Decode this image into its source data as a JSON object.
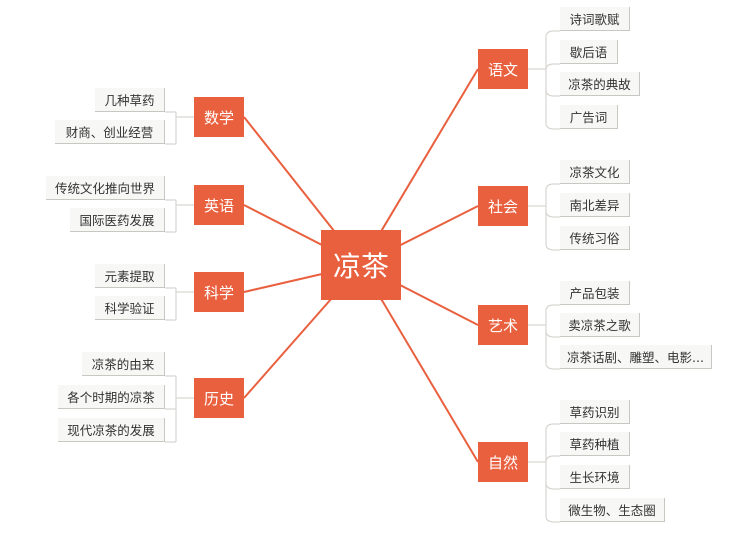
{
  "center": "凉茶",
  "colors": {
    "accent": "#e9603f",
    "leaf_bg": "#f7f7f5",
    "leaf_text": "#333333"
  },
  "branches": [
    {
      "id": "math",
      "label": "数学",
      "leaves": [
        "几种草药",
        "财商、创业经营"
      ]
    },
    {
      "id": "english",
      "label": "英语",
      "leaves": [
        "传统文化推向世界",
        "国际医药发展"
      ]
    },
    {
      "id": "science",
      "label": "科学",
      "leaves": [
        "元素提取",
        "科学验证"
      ]
    },
    {
      "id": "history",
      "label": "历史",
      "leaves": [
        "凉茶的由来",
        "各个时期的凉茶",
        "现代凉茶的发展"
      ]
    },
    {
      "id": "chinese",
      "label": "语文",
      "leaves": [
        "诗词歌赋",
        "歇后语",
        "凉茶的典故",
        "广告词"
      ]
    },
    {
      "id": "society",
      "label": "社会",
      "leaves": [
        "凉茶文化",
        "南北差异",
        "传统习俗"
      ]
    },
    {
      "id": "art",
      "label": "艺术",
      "leaves": [
        "产品包装",
        "卖凉茶之歌",
        "凉茶话剧、雕塑、电影..."
      ]
    },
    {
      "id": "nature",
      "label": "自然",
      "leaves": [
        "草药识别",
        "草药种植",
        "生长环境",
        "微生物、生态圈"
      ]
    }
  ]
}
